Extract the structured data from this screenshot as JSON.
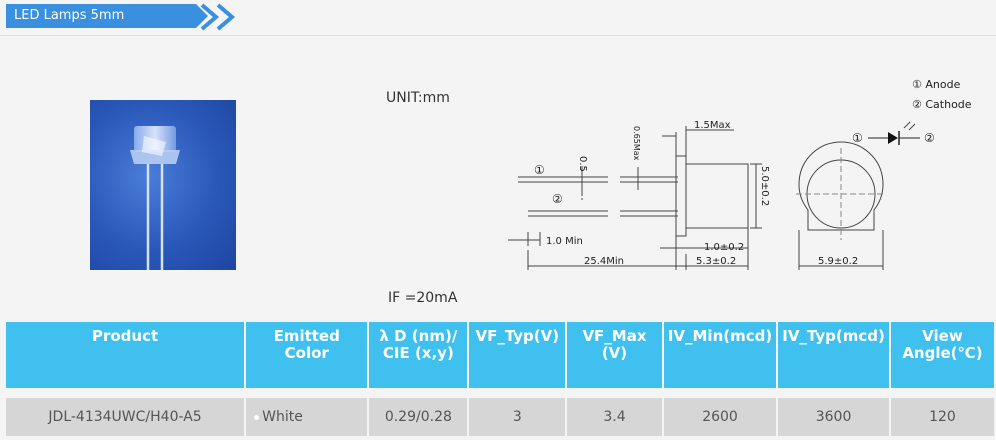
{
  "header": {
    "title": "LED Lamps 5mm"
  },
  "labels": {
    "unit": "UNIT:mm",
    "current": "IF =20mA"
  },
  "drawing": {
    "pin_marker_1": "①",
    "pin_marker_2": "②",
    "legend_anode": "① Anode",
    "legend_cathode": "② Cathode",
    "dim_lead_pitch": "0.5",
    "dim_lead_width": "0.65Max",
    "dim_flange": "1.5Max",
    "dim_diameter": "5.0±0.2",
    "dim_lead_min": "1.0 Min",
    "dim_lead_length": "25.4Min",
    "dim_flange_thickness": "1.0±0.2",
    "dim_body_length": "5.3±0.2",
    "dim_flange_diameter": "5.9±0.2"
  },
  "table": {
    "headers": [
      "Product",
      "Emitted Color",
      "λ D (nm)/ CIE (x,y)",
      "VF_Typ(V)",
      "VF_Max (V)",
      "IV_Min(mcd)",
      "IV_Typ(mcd)",
      "View Angle(℃)"
    ],
    "rows": [
      {
        "product": "JDL-4134UWC/H40-A5",
        "color": "White",
        "wavelength": "0.29/0.28",
        "vf_typ": "3",
        "vf_max": "3.4",
        "iv_min": "2600",
        "iv_typ": "3600",
        "view_angle": "120"
      }
    ]
  }
}
